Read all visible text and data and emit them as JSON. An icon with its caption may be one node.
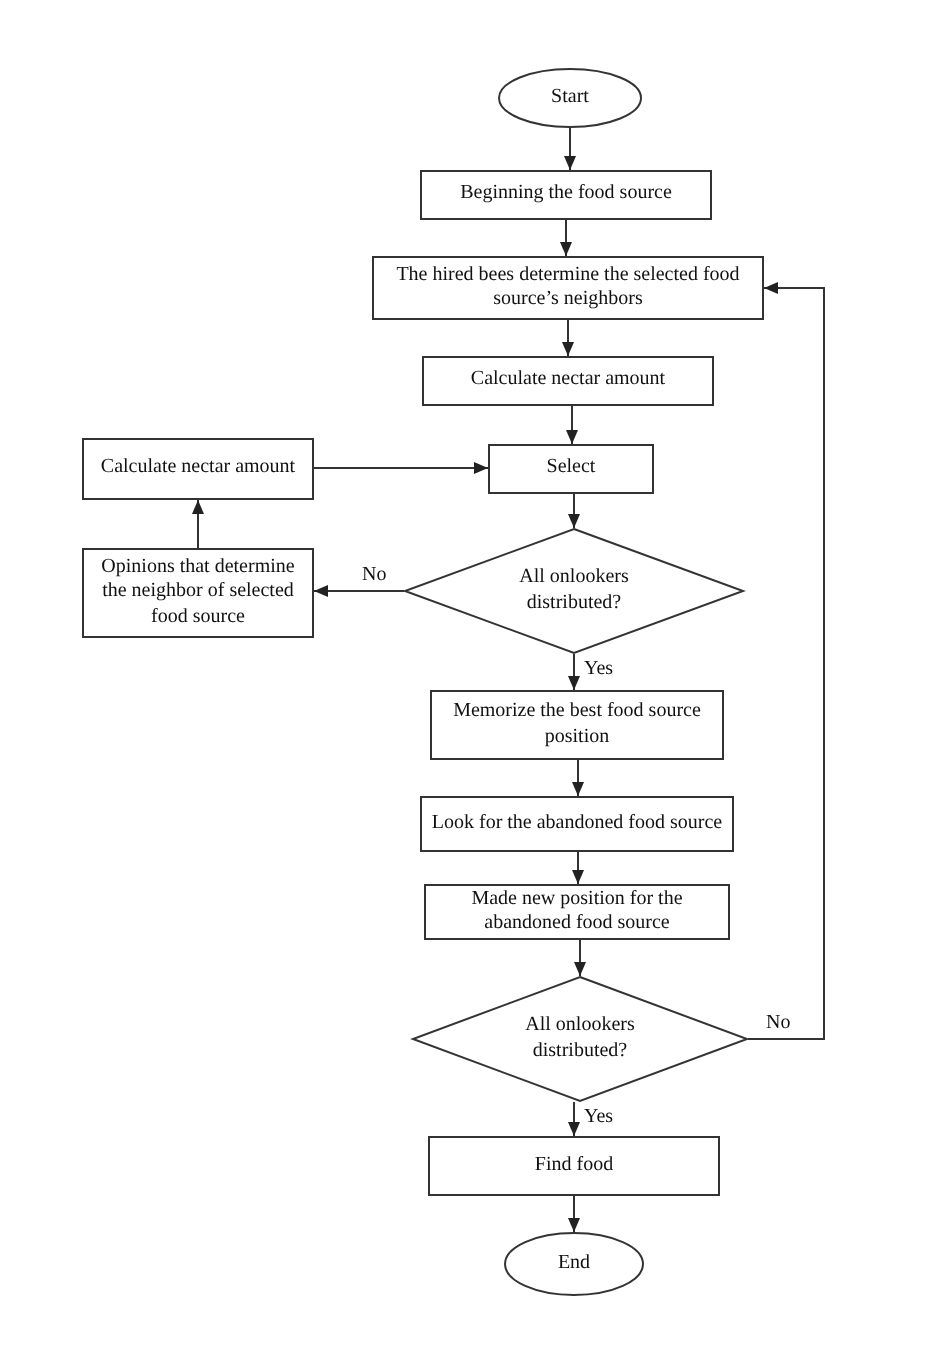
{
  "diagram": {
    "nodes": [
      {
        "text": [
          "Start"
        ]
      },
      {
        "text": [
          "Beginning the food source"
        ]
      },
      {
        "text": [
          "The hired bees determine the selected food source’s neighbors"
        ]
      },
      {
        "text": [
          "Calculate nectar amount"
        ]
      },
      {
        "text": [
          "Select"
        ]
      },
      {
        "text": [
          "All onlookers distributed?"
        ]
      },
      {
        "text": [
          "Calculate nectar amount"
        ]
      },
      {
        "text": [
          "Opinions that determine the neighbor of selected food source"
        ]
      },
      {
        "text": [
          "Memorize the best food source position"
        ]
      },
      {
        "text": [
          "Look for the abandoned food source"
        ]
      },
      {
        "text": [
          "Made new position for the abandoned food source"
        ]
      },
      {
        "text": [
          "All onlookers distributed?"
        ]
      },
      {
        "text": [
          "Find food"
        ]
      },
      {
        "text": [
          "End"
        ]
      }
    ],
    "edges": [
      {
        "from": 0,
        "to": 1,
        "arrow": "to"
      },
      {
        "from": 1,
        "to": 2,
        "arrow": "to"
      },
      {
        "from": 2,
        "to": 3,
        "arrow": "to"
      },
      {
        "from": 3,
        "to": 4,
        "arrow": "to"
      },
      {
        "from": 4,
        "to": 5,
        "arrow": "to"
      },
      {
        "from": 5,
        "to": 7,
        "arrow": "to",
        "label": "No"
      },
      {
        "from": 7,
        "to": 6,
        "arrow": "to"
      },
      {
        "from": 6,
        "to": 4,
        "arrow": "to"
      },
      {
        "from": 5,
        "to": 8,
        "arrow": "to",
        "label": "Yes"
      },
      {
        "from": 8,
        "to": 9,
        "arrow": "to"
      },
      {
        "from": 9,
        "to": 10,
        "arrow": "to"
      },
      {
        "from": 10,
        "to": 11,
        "arrow": "to"
      },
      {
        "from": 11,
        "to": 2,
        "arrow": "to",
        "label": "No"
      },
      {
        "from": 11,
        "to": 12,
        "arrow": "to",
        "label": "Yes"
      },
      {
        "from": 12,
        "to": 13,
        "arrow": "to"
      }
    ]
  }
}
